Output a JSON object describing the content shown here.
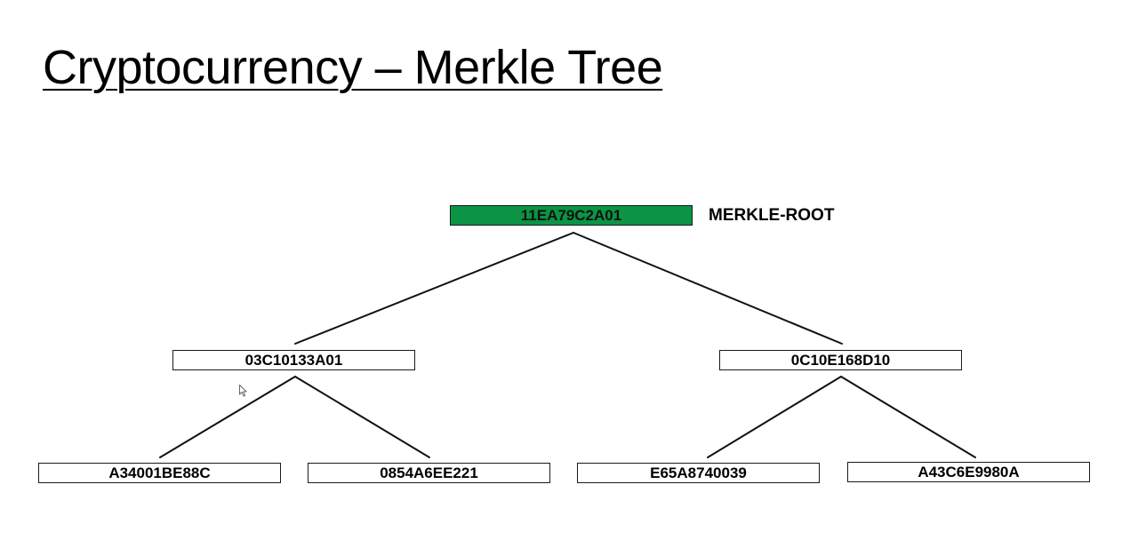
{
  "slide": {
    "title": "Cryptocurrency – Merkle Tree"
  },
  "tree": {
    "root": {
      "hash": "11EA79C2A01",
      "caption": "MERKLE-ROOT",
      "color": "#0a9444"
    },
    "level1": {
      "left": "03C10133A01",
      "right": "0C10E168D10"
    },
    "leaves": {
      "leaf1": "A34001BE88C",
      "leaf2": "0854A6EE221",
      "leaf3": "E65A8740039",
      "leaf4": "A43C6E9980A"
    }
  },
  "icons": {
    "pointer": "mouse-pointer-icon"
  }
}
